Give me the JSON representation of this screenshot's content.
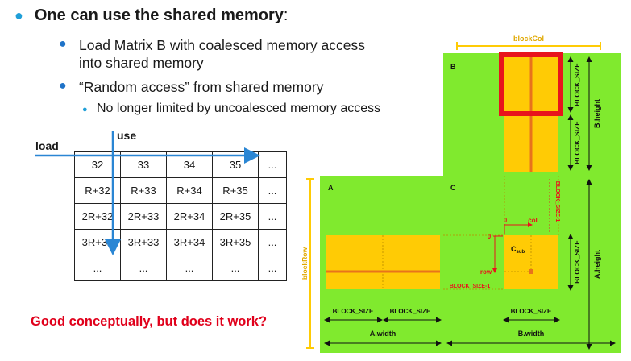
{
  "bullets": {
    "main": "One can use the shared memory",
    "main_colon": ":",
    "sub1_line1": "Load Matrix B with coalesced memory access",
    "sub1_line2": "into shared memory",
    "sub2": "“Random access” from shared memory",
    "subsub": "No longer limited by uncoalesced memory access"
  },
  "table": {
    "load_label": "load",
    "use_label": "use",
    "rows": [
      [
        "32",
        "33",
        "34",
        "35",
        "..."
      ],
      [
        "R+32",
        "R+33",
        "R+34",
        "R+35",
        "..."
      ],
      [
        "2R+32",
        "2R+33",
        "2R+34",
        "2R+35",
        "..."
      ],
      [
        "3R+32",
        "3R+33",
        "3R+34",
        "3R+35",
        "..."
      ],
      [
        "...",
        "...",
        "...",
        "...",
        "..."
      ]
    ]
  },
  "question": "Good conceptually, but does it work?",
  "diagram": {
    "block_col": "blockCol",
    "block_row": "blockRow",
    "matrix_a": "A",
    "matrix_b": "B",
    "matrix_c": "C",
    "block_size": "BLOCK_SIZE",
    "block_size_minus_1": "BLOCK_SIZE-1",
    "b_height": "B.height",
    "a_height": "A.height",
    "a_width": "A.width",
    "b_width": "B.width",
    "zero": "0",
    "col": "col",
    "row": "row",
    "c_sub": "C",
    "c_sub_subscript": "sub"
  },
  "colors": {
    "green": "#80ea2e",
    "yellow": "#ffcb05",
    "orange_line": "#e8731c",
    "highlight_red": "#e8141c",
    "bullet_blue": "#1f9fd8",
    "arrow_blue": "#2a86d4",
    "warn_red": "#e0001b"
  }
}
